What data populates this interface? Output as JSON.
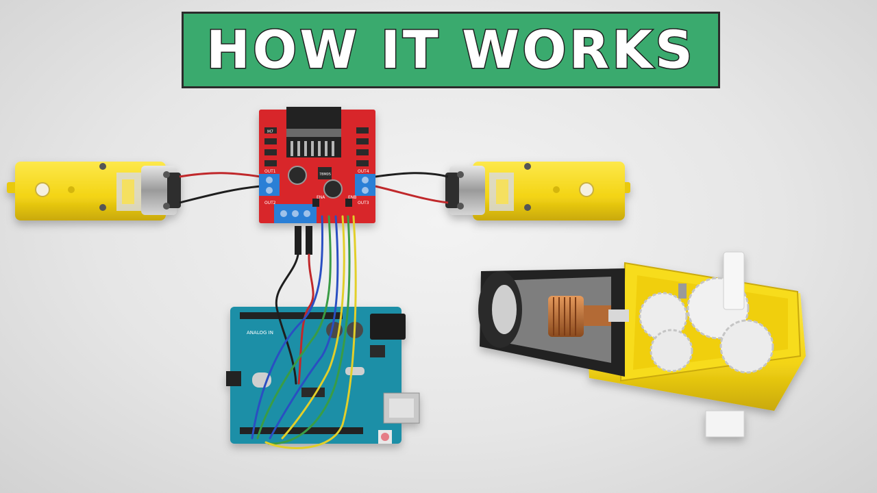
{
  "title": "HOW IT WORKS",
  "colors": {
    "banner": "#3aaa6e",
    "motor_yellow": "#f6d816",
    "driver_board_red": "#d8262b",
    "arduino_teal": "#1c8fa7",
    "terminal_blue": "#2b7fd6"
  },
  "driver_board": {
    "labels": {
      "out1": "OUT1",
      "out2": "OUT2",
      "out3": "OUT3",
      "out4": "OUT4",
      "ena": "ENA",
      "enb": "ENB",
      "regulator": "78M05"
    },
    "diode_label": "M7"
  },
  "arduino": {
    "analog_label": "ANALOG IN"
  }
}
